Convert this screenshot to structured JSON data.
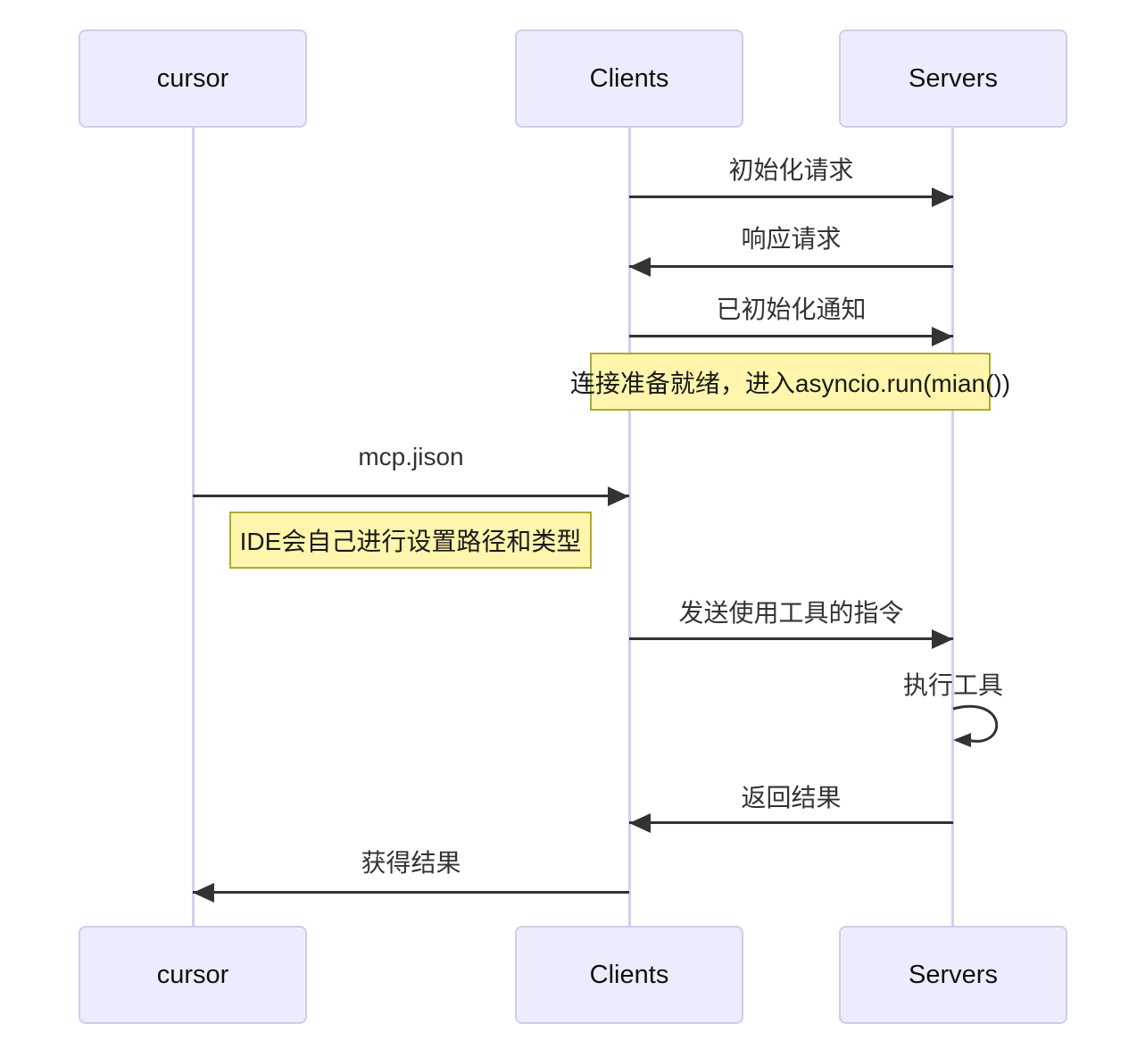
{
  "diagram_type": "sequence-diagram",
  "colors": {
    "actor_fill": "#ECECFF",
    "actor_border": "#CFCCEF",
    "lifeline": "#D7CDF1",
    "note_fill": "#FFF5AD",
    "note_border": "#AAAA33",
    "arrow": "#333333",
    "message_text": "#333333",
    "background": "#FFFFFF"
  },
  "actors": [
    {
      "label": "cursor"
    },
    {
      "label": "Clients"
    },
    {
      "label": "Servers"
    }
  ],
  "messages": [
    {
      "from": "Clients",
      "to": "Servers",
      "direction": "right",
      "label": "初始化请求"
    },
    {
      "from": "Servers",
      "to": "Clients",
      "direction": "left",
      "label": "响应请求"
    },
    {
      "from": "Clients",
      "to": "Servers",
      "direction": "right",
      "label": "已初始化通知"
    },
    {
      "from": "cursor",
      "to": "Clients",
      "direction": "right",
      "label": "mcp.jison"
    },
    {
      "from": "Clients",
      "to": "Servers",
      "direction": "right",
      "label": "发送使用工具的指令"
    },
    {
      "from": "Servers",
      "to": "Servers",
      "direction": "self",
      "label": "执行工具"
    },
    {
      "from": "Servers",
      "to": "Clients",
      "direction": "left",
      "label": "返回结果"
    },
    {
      "from": "Clients",
      "to": "cursor",
      "direction": "left",
      "label": "获得结果"
    }
  ],
  "notes": [
    {
      "over": "Clients,Servers",
      "label": "连接准备就绪，进入asyncio.run(mian())"
    },
    {
      "over": "cursor,Clients",
      "label": "IDE会自己进行设置路径和类型"
    }
  ]
}
